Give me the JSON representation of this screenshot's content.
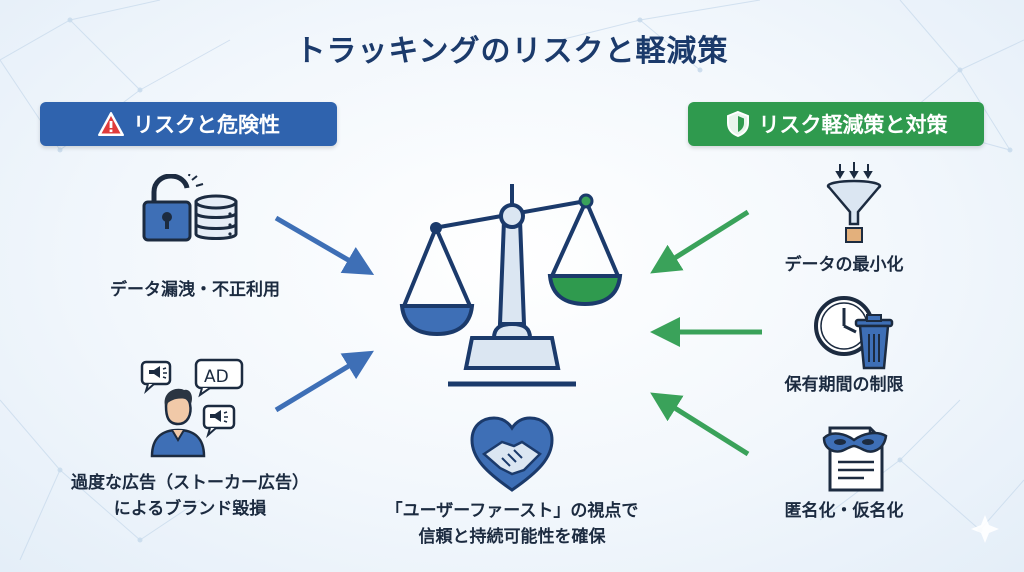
{
  "title": "トラッキングのリスクと軽減策",
  "risk_header": "リスクと危険性",
  "mitigation_header": "リスク軽減策と対策",
  "risks": [
    {
      "label": "データ漏洩・不正利用"
    },
    {
      "label_line1": "過度な広告（ストーカー広告）",
      "label_line2": "によるブランド毀損"
    }
  ],
  "mitigations": [
    {
      "label": "データの最小化"
    },
    {
      "label": "保有期間の制限"
    },
    {
      "label": "匿名化・仮名化"
    }
  ],
  "center": {
    "label_line1": "「ユーザーファースト」の視点で",
    "label_line2": "信頼と持続可能性を確保"
  },
  "ad_bubble_text": "AD",
  "colors": {
    "risk_blue": "#2f63ae",
    "mitigation_green": "#2f9a4e",
    "navy": "#1b3a6b"
  }
}
